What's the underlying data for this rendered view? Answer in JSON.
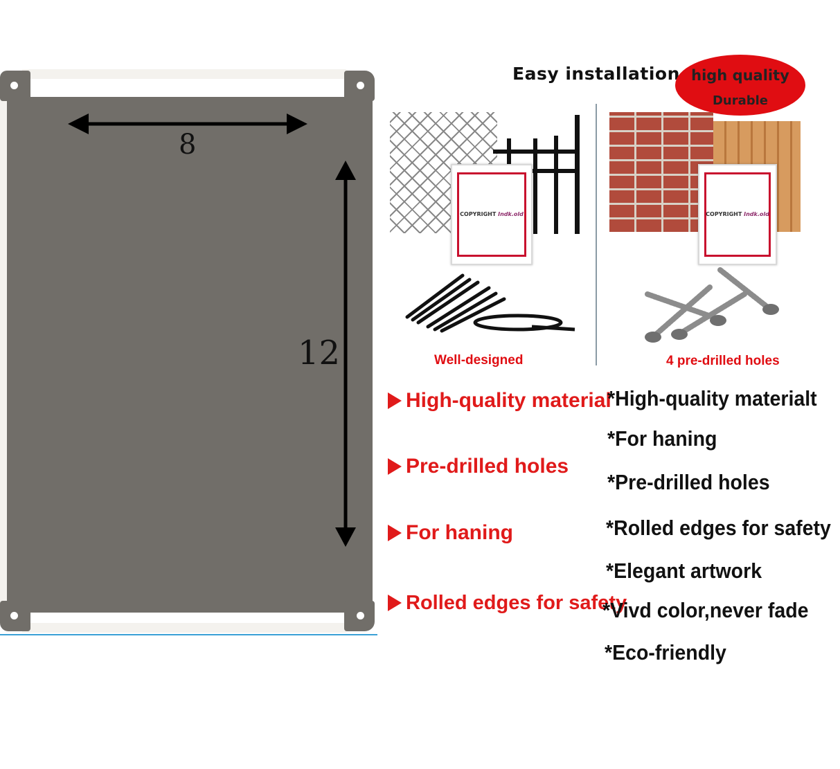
{
  "sign_panel": {
    "width_label": "8",
    "height_label": "12",
    "plate_color": "#716e69"
  },
  "install": {
    "title": "Easy installation",
    "badge": {
      "line1": "high quality",
      "line2": "Durable",
      "color": "#e00d12"
    },
    "left_caption": "Well-designed",
    "right_caption": "4 pre-drilled holes",
    "mini_sign_text": {
      "prefix": "COPYRIGHT",
      "brand": "Indk.old"
    }
  },
  "features_red": [
    "High-quality material",
    "Pre-drilled holes",
    "For haning",
    "Rolled edges for safety"
  ],
  "features_black": [
    "*High-quality materialt",
    "*For haning",
    "*Pre-drilled holes",
    "*Rolled edges for safety",
    "*Elegant artwork",
    "*Vivd color,never fade",
    "*Eco-friendly"
  ]
}
